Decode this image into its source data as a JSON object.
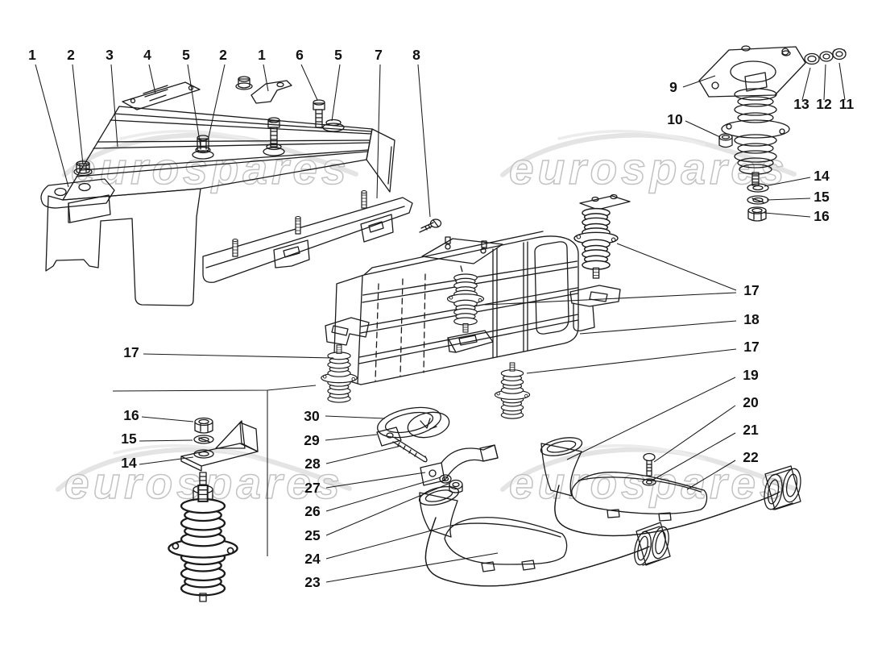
{
  "watermark": {
    "text": "eurospares"
  },
  "callouts": {
    "heat_shield": [
      "1",
      "2",
      "3",
      "4",
      "5",
      "2",
      "1",
      "6",
      "5",
      "7",
      "8"
    ],
    "mount_detail": [
      "9",
      "10",
      "13",
      "12",
      "11",
      "14",
      "15",
      "16"
    ],
    "left_column": [
      "17",
      "16",
      "15",
      "14"
    ],
    "center_column": [
      "30",
      "29",
      "28",
      "27",
      "26",
      "25",
      "24",
      "23"
    ],
    "right_column": [
      "17",
      "18",
      "17",
      "19",
      "20",
      "21",
      "22"
    ]
  },
  "colors": {
    "line": "#1a1a1a",
    "watermark_stroke": "#c3c3c3",
    "swoosh": "#e4e4e4",
    "background": "#ffffff"
  }
}
